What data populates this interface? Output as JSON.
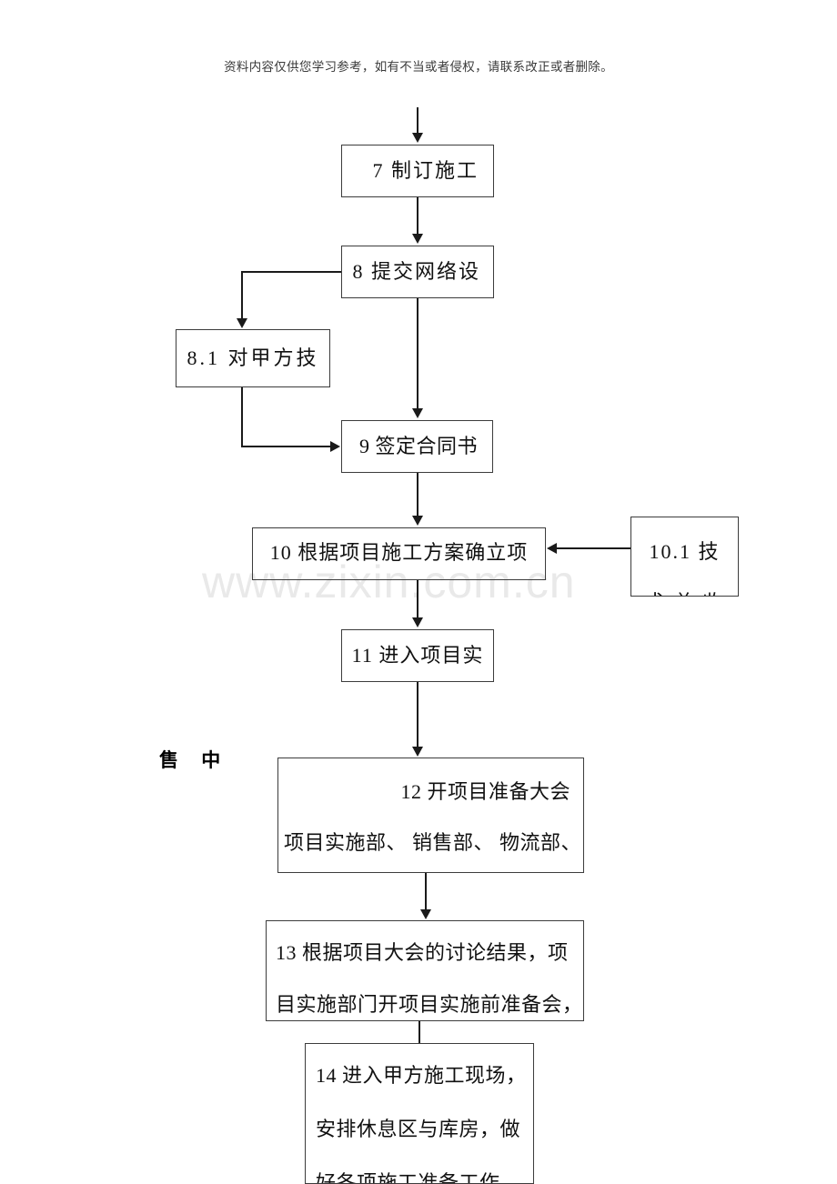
{
  "document": {
    "header_note": "资料内容仅供您学习参考，如有不当或者侵权，请联系改正或者删除。",
    "watermark": "www.zixin.com.cn"
  },
  "stage_labels": {
    "mid_sale": "售 中"
  },
  "flowchart": {
    "nodes": [
      {
        "id": "7",
        "text": "7 制订施工"
      },
      {
        "id": "8",
        "text": "8 提交网络设"
      },
      {
        "id": "8.1",
        "text": "8.1 对甲方技"
      },
      {
        "id": "9",
        "text": "9 签定合同书"
      },
      {
        "id": "10",
        "text": "10 根据项目施工方案确立项"
      },
      {
        "id": "10.1",
        "line1": "10.1  技",
        "line2": "术 总 收"
      },
      {
        "id": "11",
        "text": "11 进入项目实"
      },
      {
        "id": "12",
        "line1": "12 开项目准备大会",
        "line2": "项目实施部、 销售部、 物流部、"
      },
      {
        "id": "13",
        "line1": "13 根据项目大会的讨论结果，项",
        "line2": "目实施部门开项目实施前准备会，"
      },
      {
        "id": "14",
        "line1": "14 进入甲方施工现场，",
        "line2": "安排休息区与库房，做",
        "line3": "好各项施工准备工作"
      }
    ],
    "edges": [
      {
        "from": "above",
        "to": "7",
        "direction": "down"
      },
      {
        "from": "7",
        "to": "8",
        "direction": "down"
      },
      {
        "from": "8",
        "to": "8.1",
        "direction": "left-down"
      },
      {
        "from": "8",
        "to": "9",
        "direction": "down"
      },
      {
        "from": "8.1",
        "to": "9",
        "direction": "down-right"
      },
      {
        "from": "9",
        "to": "10",
        "direction": "down"
      },
      {
        "from": "10.1",
        "to": "10",
        "direction": "left"
      },
      {
        "from": "10",
        "to": "11",
        "direction": "down"
      },
      {
        "from": "11",
        "to": "12",
        "direction": "down"
      },
      {
        "from": "12",
        "to": "13",
        "direction": "down"
      },
      {
        "from": "13",
        "to": "14",
        "direction": "down"
      }
    ]
  },
  "colors": {
    "box_border": "#3c3c3c",
    "connector": "#1a1a1a",
    "text": "#111111",
    "watermark": "#e9e9e9",
    "header_note": "#3a3a3a"
  }
}
